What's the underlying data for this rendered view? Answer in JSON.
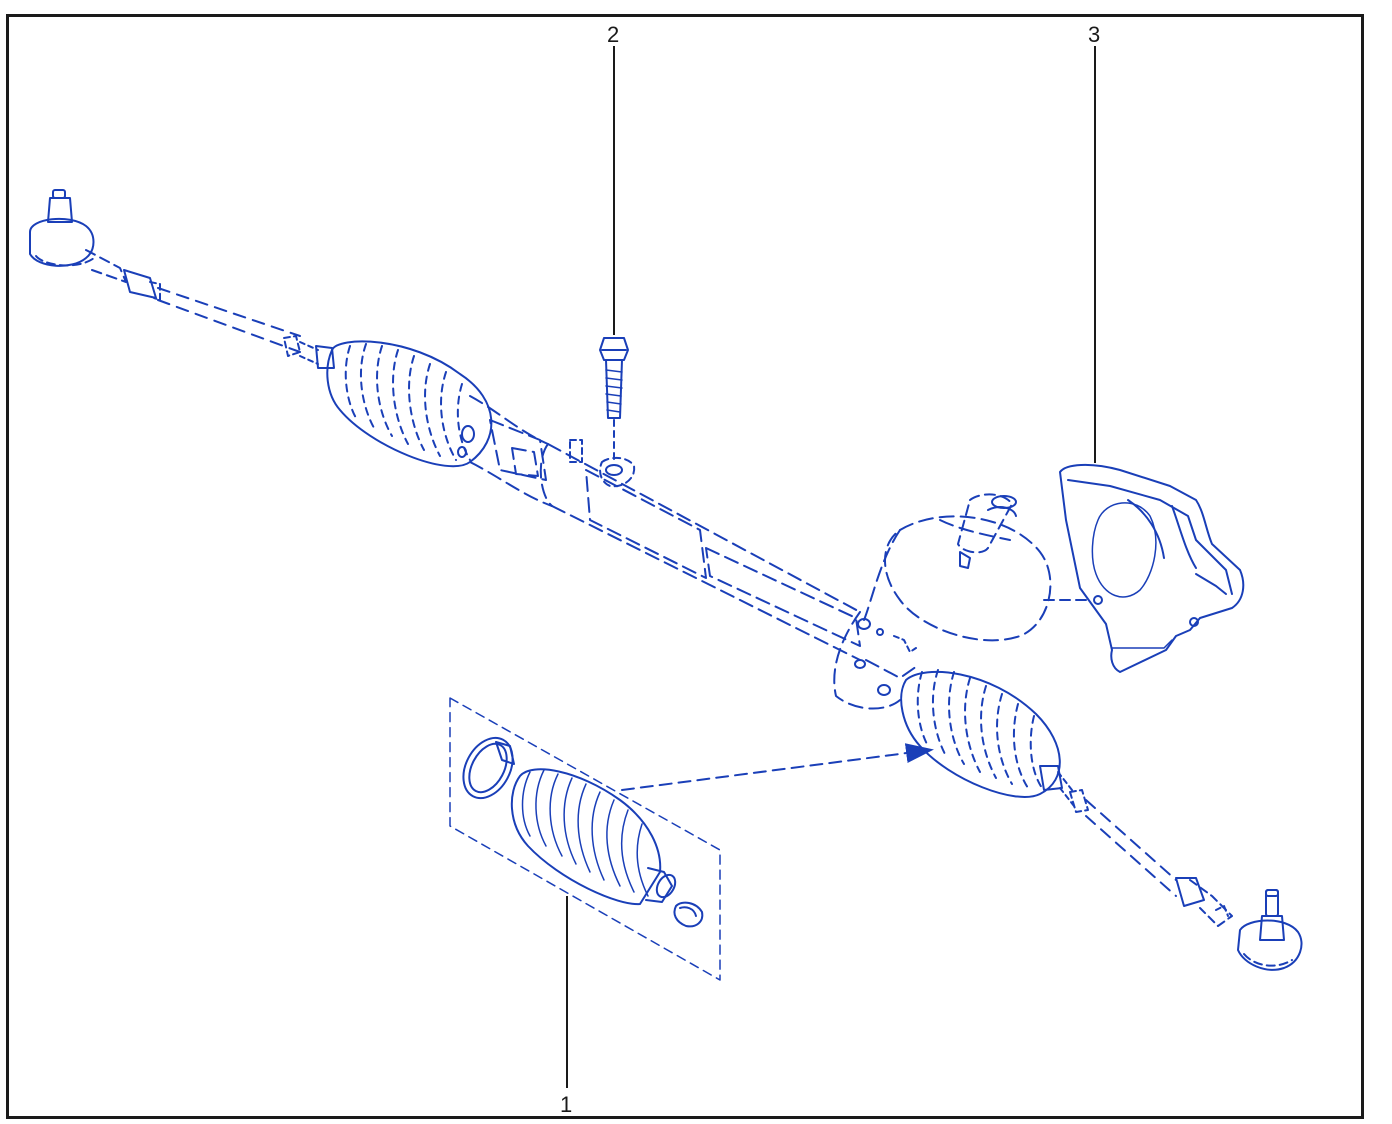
{
  "callouts": [
    {
      "id": "1",
      "label": "1"
    },
    {
      "id": "2",
      "label": "2"
    },
    {
      "id": "3",
      "label": "3"
    }
  ],
  "colors": {
    "line": "#1a3fb8",
    "frame": "#1a1a1a",
    "callout": "#1a1a1a"
  }
}
